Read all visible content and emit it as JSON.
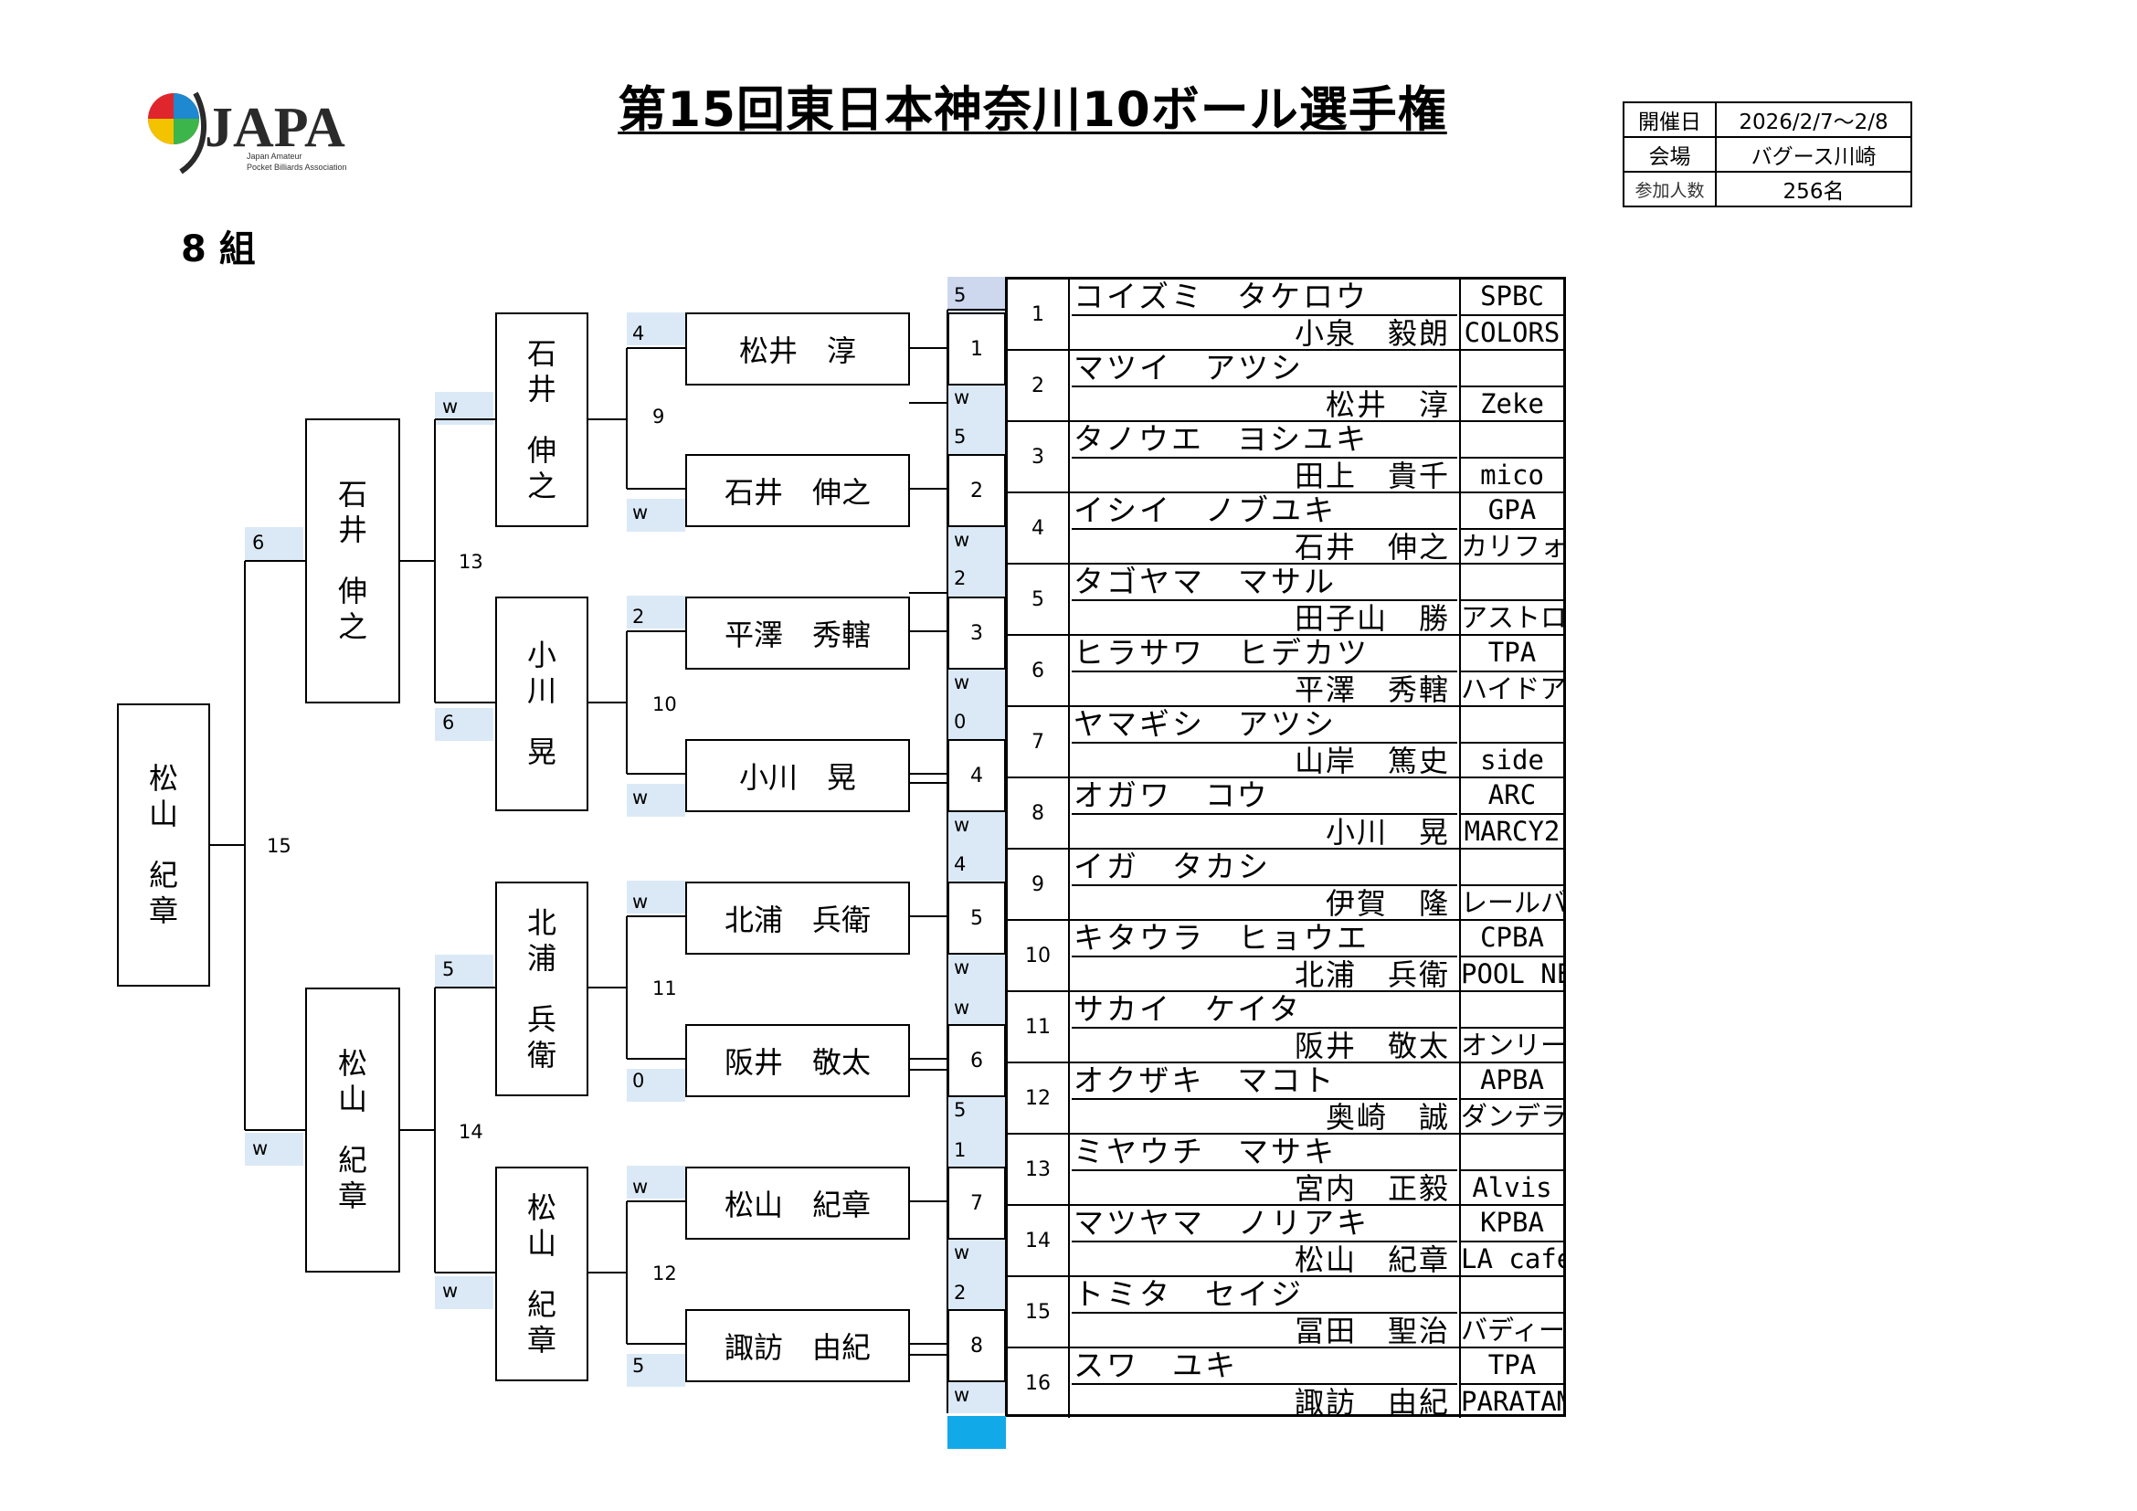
{
  "header": {
    "logo_text": "JAPA",
    "logo_sub1": "Japan Amateur",
    "logo_sub2": "Pocket Billiards Association",
    "title": "第15回東日本神奈川10ボール選手権",
    "group": "8 組"
  },
  "info": {
    "date_label": "開催日",
    "date_value": "2026/2/7～2/8",
    "venue_label": "会場",
    "venue_value": "バグース川崎",
    "count_label": "参加人数",
    "count_value": "256名"
  },
  "bracket": {
    "final_winner": [
      "松",
      "山",
      "紀",
      "章"
    ],
    "semi_top": [
      "石",
      "井",
      "伸",
      "之"
    ],
    "semi_bottom": [
      "松",
      "山",
      "紀",
      "章"
    ],
    "qf": [
      [
        "石",
        "井",
        "伸",
        "之"
      ],
      [
        "小",
        "川",
        "晃"
      ],
      [
        "北",
        "浦",
        "兵",
        "衛"
      ],
      [
        "松",
        "山",
        "紀",
        "章"
      ]
    ],
    "r16": [
      "松井　淳",
      "石井　伸之",
      "平澤　秀轄",
      "小川　晃",
      "北浦　兵衛",
      "阪井　敬太",
      "松山　紀章",
      "諏訪　由紀"
    ],
    "seeds": [
      "1",
      "2",
      "3",
      "4",
      "5",
      "6",
      "7",
      "8"
    ],
    "match_numbers": [
      "9",
      "10",
      "11",
      "12",
      "13",
      "14",
      "15"
    ],
    "scores": {
      "col0": [
        "5",
        "w",
        "5",
        "w",
        "2",
        "w",
        "0",
        "w",
        "4",
        "w",
        "w",
        "5",
        "1",
        "w",
        "2",
        "w"
      ],
      "col1": [
        "4",
        "w",
        "2",
        "w",
        "w",
        "0",
        "w",
        "5"
      ],
      "col2": [
        "w",
        "6",
        "5",
        "w"
      ],
      "col3": [
        "6",
        "w"
      ]
    }
  },
  "roster": [
    {
      "no": "1",
      "kana": "コイズミ　タケロウ",
      "kanji": "小泉　毅朗",
      "aff1": "SPBC",
      "aff2": "COLORS"
    },
    {
      "no": "2",
      "kana": "マツイ　アツシ",
      "kanji": "松井　淳",
      "aff1": "",
      "aff2": "Zeke"
    },
    {
      "no": "3",
      "kana": "タノウエ　ヨシユキ",
      "kanji": "田上　貴千",
      "aff1": "",
      "aff2": "mico"
    },
    {
      "no": "4",
      "kana": "イシイ　ノブユキ",
      "kanji": "石井　伸之",
      "aff1": "GPA",
      "aff2": "カリフォルニア"
    },
    {
      "no": "5",
      "kana": "タゴヤマ　マサル",
      "kanji": "田子山　勝",
      "aff1": "",
      "aff2": "アストロ"
    },
    {
      "no": "6",
      "kana": "ヒラサワ　ヒデカツ",
      "kanji": "平澤　秀轄",
      "aff1": "TPA",
      "aff2": "ハイドアウト"
    },
    {
      "no": "7",
      "kana": "ヤマギシ　アツシ",
      "kanji": "山岸　篤史",
      "aff1": "",
      "aff2": "side"
    },
    {
      "no": "8",
      "kana": "オガワ　コウ",
      "kanji": "小川　晃",
      "aff1": "ARC",
      "aff2": "MARCY2"
    },
    {
      "no": "9",
      "kana": "イガ　タカシ",
      "kanji": "伊賀　隆",
      "aff1": "",
      "aff2": "レールバード"
    },
    {
      "no": "10",
      "kana": "キタウラ　ヒョウエ",
      "kanji": "北浦　兵衛",
      "aff1": "CPBA",
      "aff2": "POOL NEXT"
    },
    {
      "no": "11",
      "kana": "サカイ　ケイタ",
      "kanji": "阪井　敬太",
      "aff1": "",
      "aff2": "オンリーワン"
    },
    {
      "no": "12",
      "kana": "オクザキ　マコト",
      "kanji": "奥崎　誠",
      "aff1": "APBA",
      "aff2": "ダンデライオン"
    },
    {
      "no": "13",
      "kana": "ミヤウチ　マサキ",
      "kanji": "宮内　正毅",
      "aff1": "",
      "aff2": "Alvis"
    },
    {
      "no": "14",
      "kana": "マツヤマ　ノリアキ",
      "kanji": "松山　紀章",
      "aff1": "KPBA",
      "aff2": "LA café"
    },
    {
      "no": "15",
      "kana": "トミタ　セイジ",
      "kanji": "冨田　聖治",
      "aff1": "",
      "aff2": "バディーズクラブ"
    },
    {
      "no": "16",
      "kana": "スワ　ユキ",
      "kanji": "諏訪　由紀",
      "aff1": "TPA",
      "aff2": "PARATAMA"
    }
  ],
  "colors": {
    "shade": "#dbe9f6",
    "accent": "#11a9e8",
    "logo_red": "#e0262d",
    "logo_blue": "#1e88d0",
    "logo_green": "#3cb54a",
    "logo_yellow": "#f3c300"
  }
}
